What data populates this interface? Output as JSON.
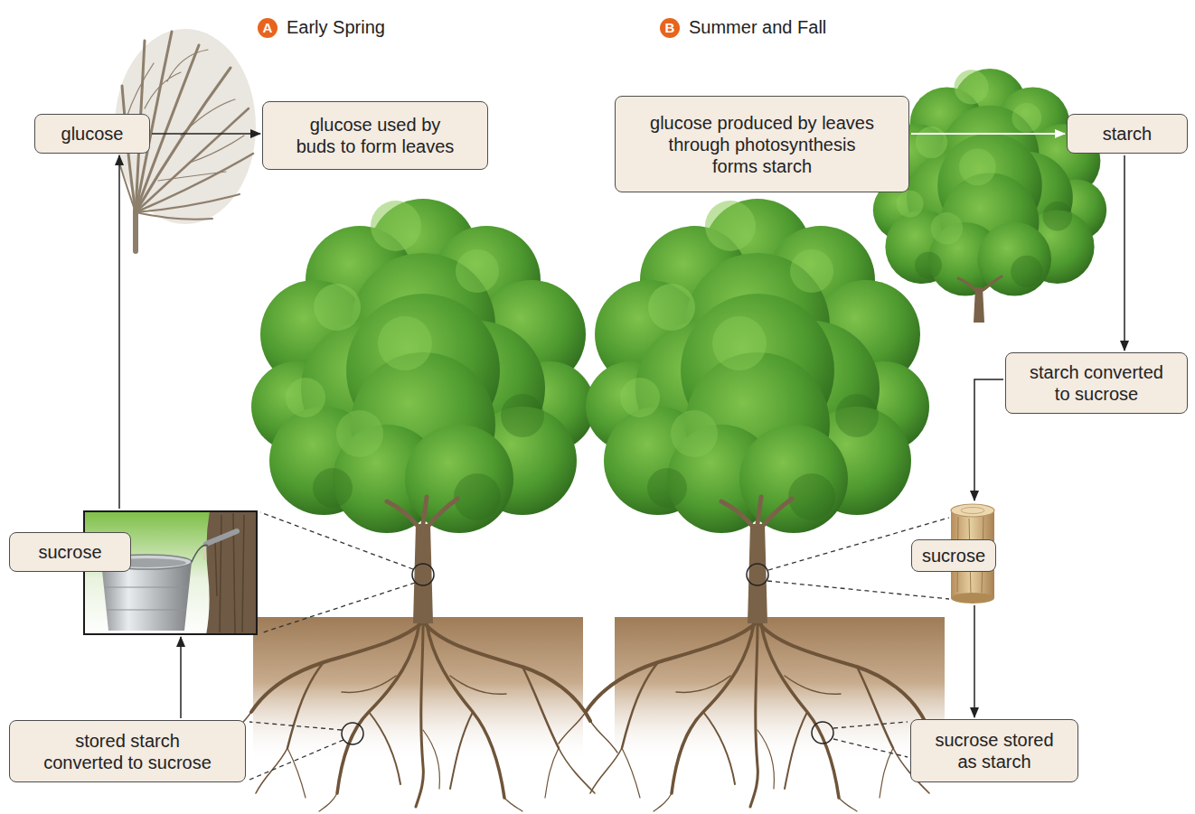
{
  "diagram": {
    "nodes": [
      {
        "text": [
          "A",
          "Early Spring"
        ]
      },
      {
        "text": [
          "glucose"
        ]
      },
      {
        "text": [
          "glucose used by buds to form leaves"
        ]
      },
      {
        "text": [
          "sucrose"
        ]
      },
      {
        "text": [
          "stored starch converted to sucrose"
        ]
      },
      {
        "text": [
          "B",
          "Summer and Fall"
        ]
      },
      {
        "text": [
          "glucose produced by leaves through photosynthesis forms starch"
        ]
      },
      {
        "text": [
          "starch"
        ]
      },
      {
        "text": [
          "starch converted to sucrose"
        ]
      },
      {
        "text": [
          "sucrose"
        ]
      },
      {
        "text": [
          "sucrose stored as starch"
        ]
      }
    ],
    "edges": [
      {
        "from": 1,
        "to": 2,
        "arrow": "to"
      },
      {
        "from": 3,
        "to": 1,
        "arrow": "to"
      },
      {
        "from": 4,
        "to": 3,
        "arrow": "to"
      },
      {
        "from": 6,
        "to": 7,
        "arrow": "to"
      },
      {
        "from": 7,
        "to": 8,
        "arrow": "to"
      },
      {
        "from": 8,
        "to": 9,
        "arrow": "to"
      },
      {
        "from": 9,
        "to": 10,
        "arrow": "to"
      }
    ]
  }
}
